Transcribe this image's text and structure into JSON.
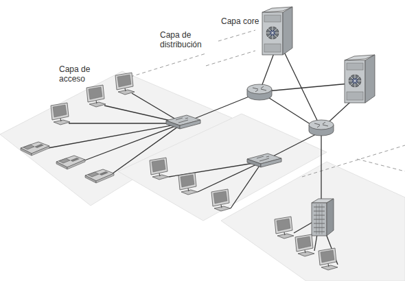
{
  "diagram": {
    "labels": [
      "Capa core",
      "Capa de distribución",
      "Capa de acceso"
    ]
  }
}
